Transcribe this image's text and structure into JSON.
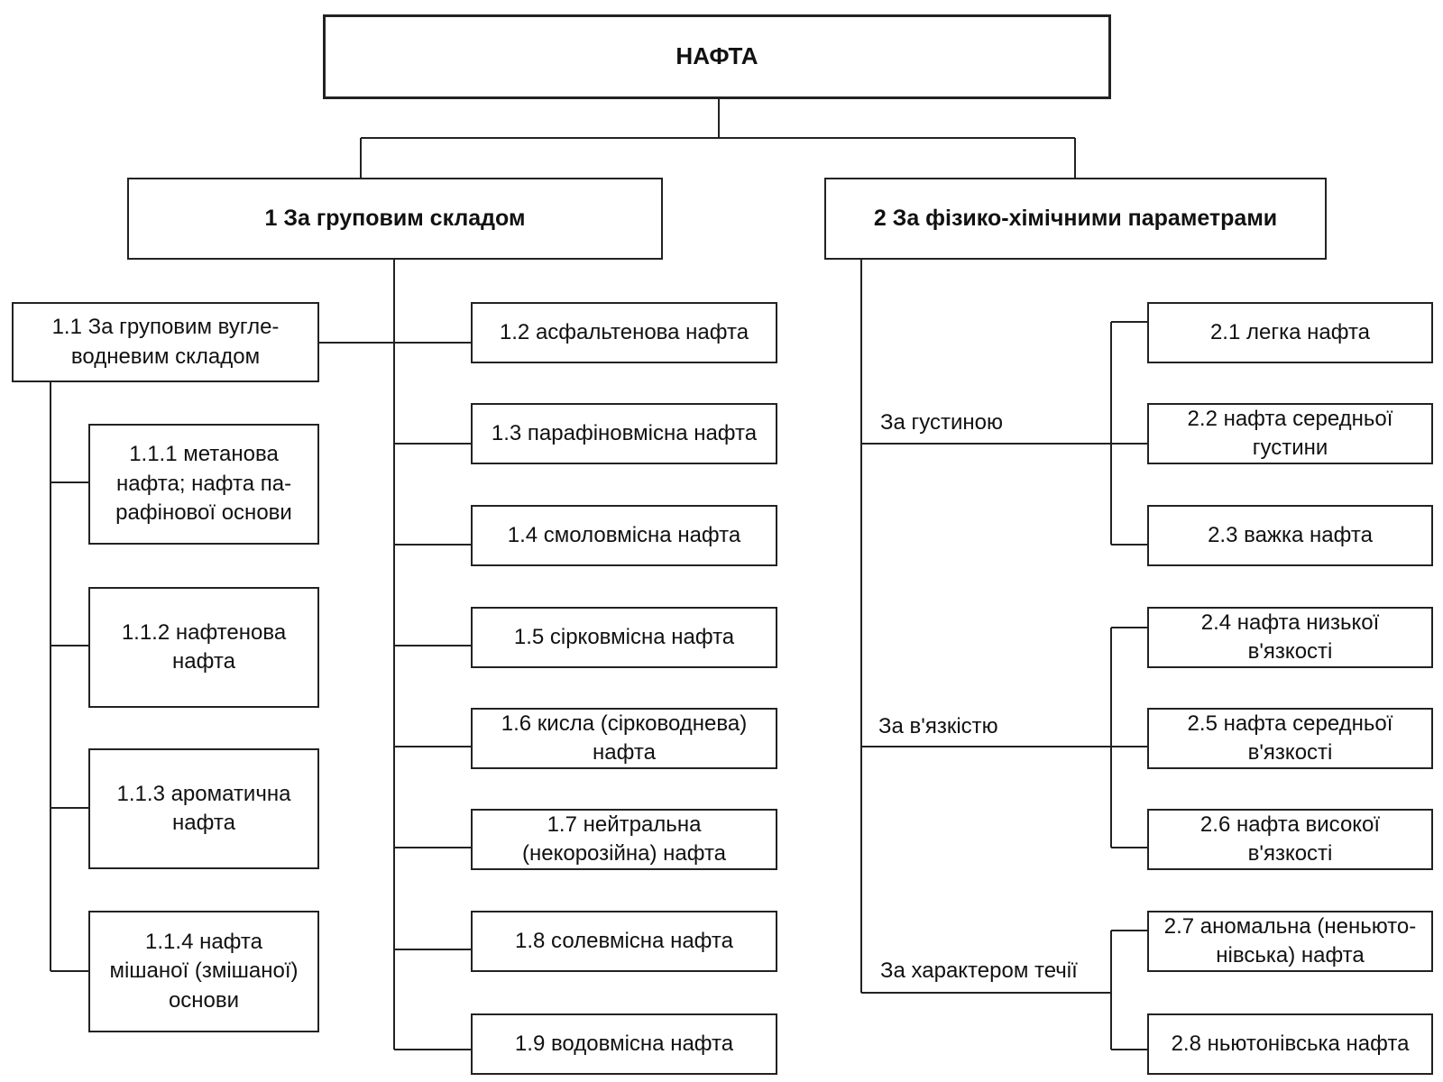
{
  "root": "НАФТА",
  "group1": {
    "title": "1 За груповим складом",
    "sub_1_1": "1.1 За груповим вугле-\nводневим складом",
    "sub_1_1_children": [
      "1.1.1 метанова\nнафта; нафта па-\nрафінової основи",
      "1.1.2 нафтенова\nнафта",
      "1.1.3 ароматична\nнафта",
      "1.1.4 нафта\nмішаної (змішаної)\nоснови"
    ],
    "items": [
      "1.2 асфальтенова нафта",
      "1.3 парафіновмісна нафта",
      "1.4 смоловмісна нафта",
      "1.5 сірковмісна нафта",
      "1.6 кисла (сірководнева)\nнафта",
      "1.7 нейтральна\n(некорозійна) нафта",
      "1.8 солевмісна нафта",
      "1.9 водовмісна нафта"
    ]
  },
  "group2": {
    "title": "2 За фізико-хімічними параметрами",
    "criteria": [
      {
        "label": "За густиною",
        "items": [
          "2.1 легка нафта",
          "2.2 нафта середньої\nгустини",
          "2.3 важка нафта"
        ]
      },
      {
        "label": "За в'язкістю",
        "items": [
          "2.4 нафта низької\nв'язкості",
          "2.5 нафта середньої\nв'язкості",
          "2.6 нафта високої\nв'язкості"
        ]
      },
      {
        "label": "За характером течії",
        "items": [
          "2.7 аномальна (неньюто-\nнівська) нафта",
          "2.8 ньютонівська нафта"
        ]
      }
    ]
  }
}
